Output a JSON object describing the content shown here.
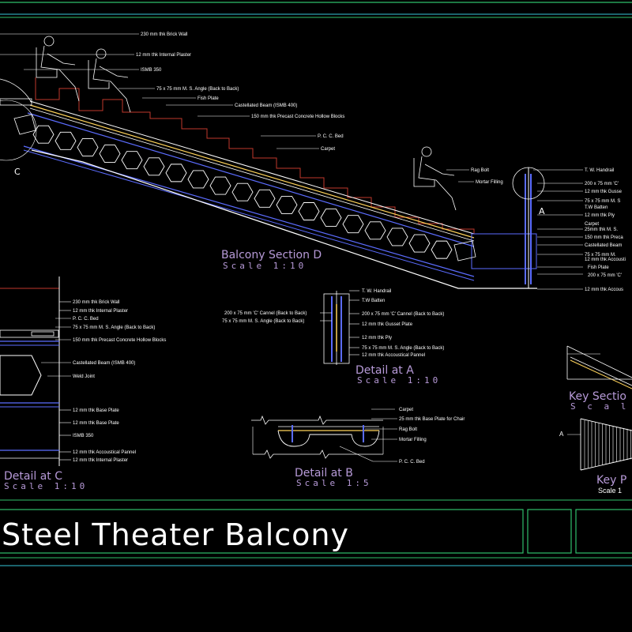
{
  "colors": {
    "background": "#000000",
    "border_green": "#2fbf6a",
    "border_cyan": "#36c6d8",
    "leader_white": "#ffffff",
    "structure_blue": "#5b6cff",
    "steps_red": "#c0392b",
    "title_purple": "#b79ad8"
  },
  "title": "Steel Theater Balcony",
  "section_letters": {
    "c": "C",
    "a": "A"
  },
  "balcony_section": {
    "title": "Balcony Section D",
    "scale": "Scale 1:10",
    "labels_left": [
      "230 mm thk Brick Wall",
      "12 mm thk Internal Plaster",
      "ISMB 350",
      "75 x 75 mm M. S. Angle (Back to Back)",
      "Fish Plate",
      "Castellated Beam (ISMB 400)",
      "150 mm thk Precast Concrete Hollow Blocks",
      "P. C. C. Bed",
      "Carpet"
    ],
    "labels_chair": [
      "Rag Bolt",
      "Mortar Filling"
    ],
    "labels_right": [
      "T. W. Handrail",
      "200 x 75 mm 'C'",
      "12 mm thk Gusse",
      "75 x 75 mm M. S",
      "T.W Batten",
      "12 mm thk Ply",
      "Carpet",
      "25mm thk M. S.",
      "150 mm thk Preca",
      "Castellated Beam",
      "75 x 75 mm M.",
      "12 mm thk Accousti",
      "Fish Plate",
      "200 x 75 mm 'C'",
      "12 mm thk Accous"
    ]
  },
  "detail_c": {
    "title": "Detail at C",
    "scale": "Scale 1:10",
    "labels": [
      "230 mm thk Brick Wall",
      "12 mm thk Internal Plaster",
      "P. C. C. Bed",
      "75 x 75 mm M. S. Angle (Back to Back)",
      "150 mm thk Precast Concrete Hollow Blocks",
      "Castellated Beam (ISMB 400)",
      "Weld Joint",
      "12 mm thk Base Plate",
      "12 mm thk Base Plate",
      "ISMB 350",
      "12 mm thk Accoustical Pannel",
      "12 mm thk Internal Plaster"
    ]
  },
  "detail_a": {
    "title": "Detail at A",
    "scale": "Scale 1:10",
    "labels_right": [
      "T. W. Handrail",
      "T.W Batten",
      "200 x 75 mm 'C' Cannel (Back to Back)",
      "12 mm thk Gusset Plate",
      "12 mm thk Ply",
      "75 x 75 mm M. S. Angle (Back to Back)",
      "12 mm thk Accoustical Pannel"
    ],
    "labels_left": [
      "200 x 75 mm 'C' Cannel (Back to Back)",
      "75 x 75 mm M. S. Angle (Back to Back)"
    ]
  },
  "detail_b": {
    "title": "Detail at B",
    "scale": "Scale 1:5",
    "labels": [
      "Carpet",
      "25 mm thk Base Plate for Chair",
      "Rag Bolt",
      "Mortar Filling",
      "P. C. C. Bed"
    ]
  },
  "key_section": {
    "title": "Key Sectio",
    "scale": "S c a l e"
  },
  "key_plan": {
    "title": "Key P",
    "scale": "Scale 1",
    "marker": "A"
  }
}
